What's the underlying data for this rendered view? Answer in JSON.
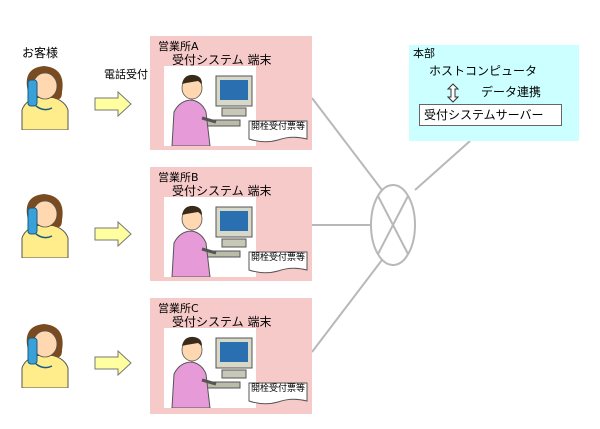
{
  "customer_label": "お客様",
  "phone_label": "電話受付",
  "branches": [
    {
      "name": "営業所A",
      "terminal": "受付システム 端末",
      "doc": "開栓受付票等"
    },
    {
      "name": "営業所B",
      "terminal": "受付システム 端末",
      "doc": "開栓受付票等"
    },
    {
      "name": "営業所C",
      "terminal": "受付システム 端末",
      "doc": "開栓受付票等"
    }
  ],
  "hq": {
    "name": "本部",
    "host": "ホストコンピュータ",
    "link": "データ連携",
    "server": "受付システムサーバー"
  },
  "colors": {
    "branch_bg": "#f7caca",
    "hq_bg": "#ccffff",
    "arrow_fill": "#ffffa0",
    "line": "#b0b0b0"
  }
}
